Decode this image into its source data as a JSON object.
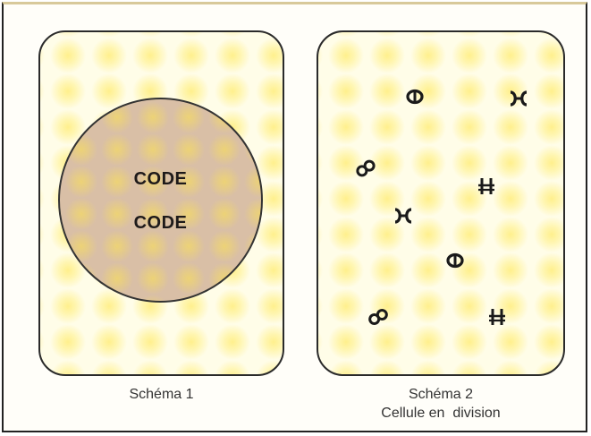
{
  "schema1": {
    "caption": "Schéma 1",
    "nucleus_labels": [
      "CODE",
      "CODE"
    ]
  },
  "schema2": {
    "caption_line1": "Schéma 2",
    "caption_line2": "Cellule en  division"
  },
  "colors": {
    "cell_background": "#fffde8",
    "cell_spots": "#ffec6e",
    "nucleus_fill": "#d9bfa6",
    "outline": "#2a2a2a"
  },
  "icons": {
    "chromosome_glyphs": [
      "theta-shape",
      "x-shape",
      "eight-shape",
      "h-shape"
    ]
  }
}
